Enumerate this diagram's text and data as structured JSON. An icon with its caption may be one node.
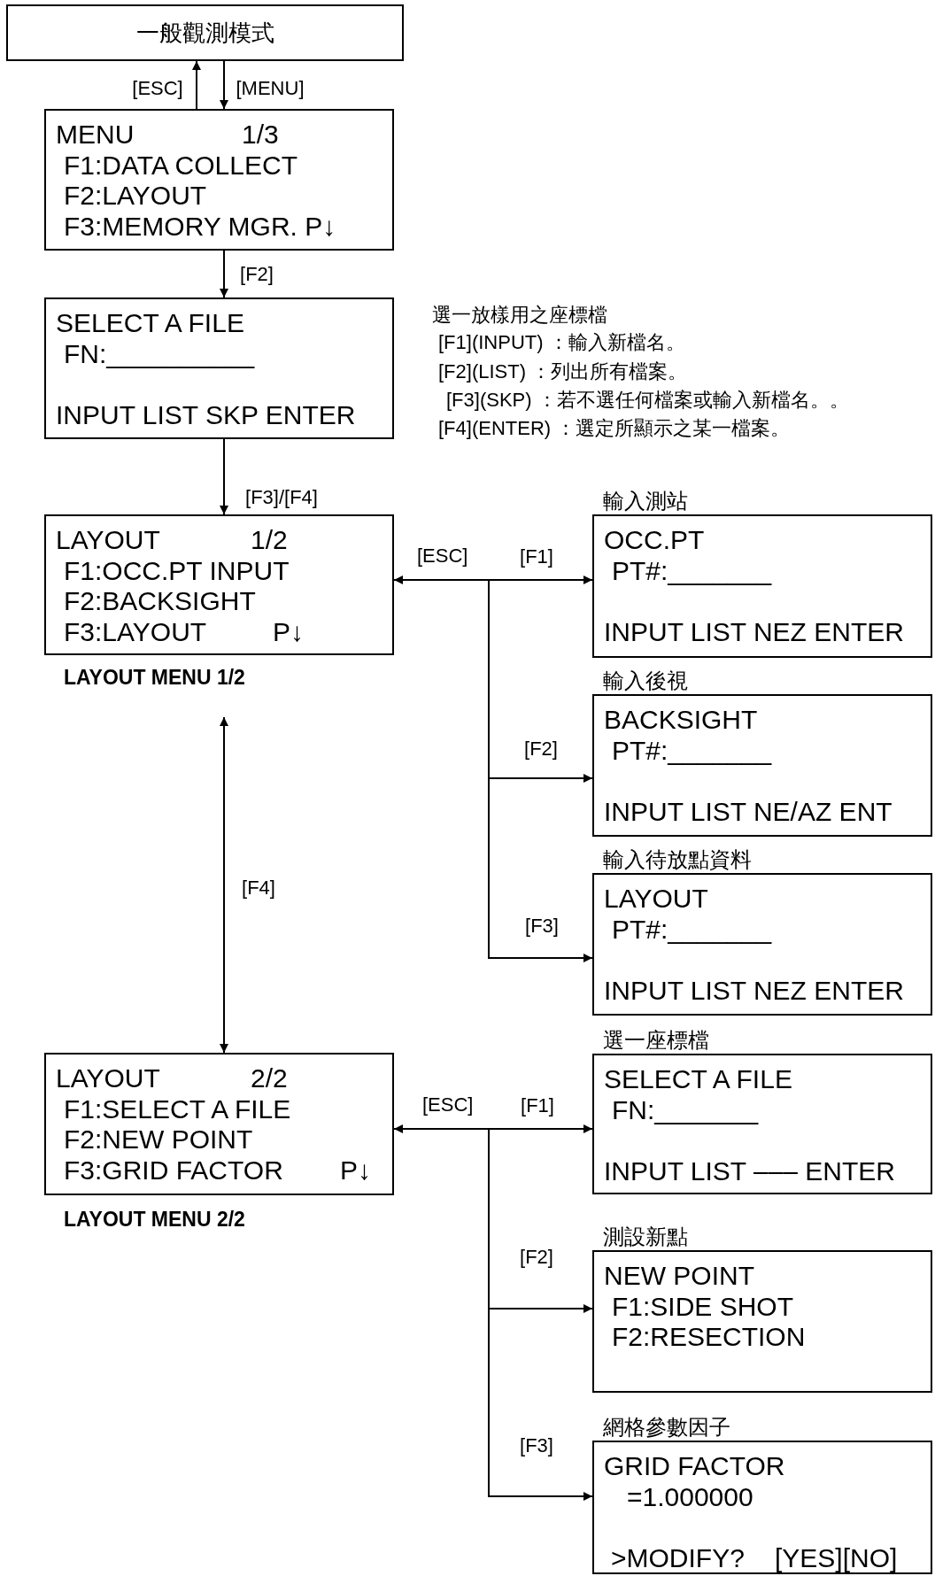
{
  "diagram": {
    "nodes": [
      {
        "text": [
          "一般觀測模式"
        ]
      },
      {
        "text": [
          "MENU",
          "1/3",
          "F1:DATA COLLECT",
          "F2:LAYOUT",
          "F3:MEMORY MGR. P↓"
        ]
      },
      {
        "text": [
          "SELECT A FILE",
          "FN:__________",
          "INPUT LIST SKP ENTER"
        ]
      },
      {
        "text": [
          "LAYOUT",
          "1/2",
          "F1:OCC.PT INPUT",
          "F2:BACKSIGHT",
          "F3:LAYOUT",
          "P↓"
        ],
        "beside": [
          "LAYOUT MENU 1/2"
        ]
      },
      {
        "text": [
          "LAYOUT",
          "2/2",
          "F1:SELECT A FILE",
          "F2:NEW POINT",
          "F3:GRID FACTOR",
          "P↓"
        ],
        "beside": [
          "LAYOUT MENU 2/2"
        ]
      },
      {
        "text": [
          "OCC.PT",
          "PT#:_______",
          "INPUT LIST NEZ ENTER"
        ],
        "beside": [
          "輸入測站"
        ]
      },
      {
        "text": [
          "BACKSIGHT",
          "PT#:_______",
          "INPUT LIST NE/AZ ENT"
        ],
        "beside": [
          "輸入後視"
        ]
      },
      {
        "text": [
          "LAYOUT",
          "PT#:_______",
          "INPUT LIST NEZ ENTER"
        ],
        "beside": [
          "輸入待放點資料"
        ]
      },
      {
        "text": [
          "SELECT A FILE",
          "FN:_______",
          "INPUT LIST ––– ENTER"
        ],
        "beside": [
          "選一座標檔"
        ]
      },
      {
        "text": [
          "NEW POINT",
          "F1:SIDE SHOT",
          "F2:RESECTION"
        ],
        "beside": [
          "測設新點"
        ]
      },
      {
        "text": [
          "GRID FACTOR",
          "=1.000000",
          ">MODIFY?",
          "[YES][NO]"
        ],
        "beside": [
          "網格參數因子"
        ]
      }
    ],
    "edges": [
      {
        "from": 1,
        "to": 0,
        "arrow": "to",
        "label": "[ESC]"
      },
      {
        "from": 0,
        "to": 1,
        "arrow": "to",
        "label": "[MENU]"
      },
      {
        "from": 1,
        "to": 2,
        "arrow": "to",
        "label": "[F2]"
      },
      {
        "from": 2,
        "to": 3,
        "arrow": "to",
        "label": "[F3]/[F4]"
      },
      {
        "from": 3,
        "to": 4,
        "arrow": "both",
        "label": "[F4]"
      },
      {
        "from": 3,
        "to": 5,
        "arrow": "both",
        "label": "[F1]"
      },
      {
        "from": 3,
        "to": 6,
        "arrow": "to",
        "label": "[F2]"
      },
      {
        "from": 3,
        "to": 7,
        "arrow": "to",
        "label": "[F3]"
      },
      {
        "from": 4,
        "to": 8,
        "arrow": "both",
        "label": "[F1]"
      },
      {
        "from": 4,
        "to": 9,
        "arrow": "to",
        "label": "[F2]"
      },
      {
        "from": 4,
        "to": 10,
        "arrow": "to",
        "label": "[F3]"
      }
    ],
    "labels": [
      "選一放樣用之座標檔",
      "[F1](INPUT) ：輸入新檔名。",
      "[F2](LIST) ：列出所有檔案。",
      "[F3](SKP) ：若不選任何檔案或輸入新檔名。。",
      "[F4](ENTER) ：選定所顯示之某一檔案。",
      "[ESC]",
      "[ESC]"
    ]
  }
}
